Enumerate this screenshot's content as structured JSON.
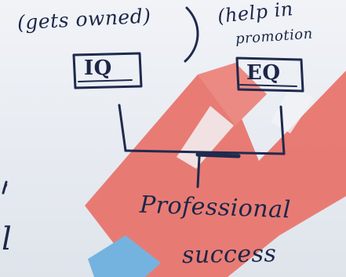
{
  "notes": {
    "iq_note": "(gets owned)",
    "eq_note_line1": "(help in",
    "eq_note_line2": "promotion"
  },
  "boxes": {
    "iq_label": "IQ",
    "eq_label": "EQ"
  },
  "outcome": {
    "line1": "Professional",
    "line2": "success"
  },
  "margin_marks": {
    "mark1": ",",
    "mark2": "l"
  },
  "watermark": {
    "colors": {
      "red": "#e8766e",
      "blue": "#6fb1df"
    }
  },
  "ink_color": "#1f2a4e"
}
